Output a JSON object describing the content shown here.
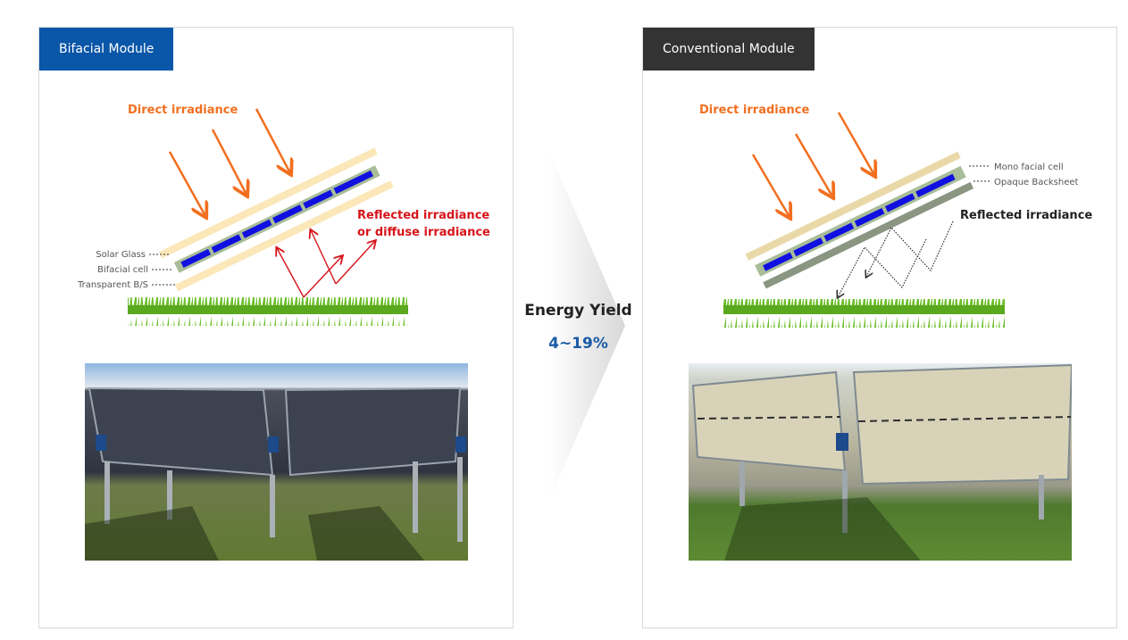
{
  "bifacial": {
    "tag": "Bifacial Module",
    "tag_color": "#0a56a8",
    "direct_label": "Direct irradiance",
    "reflected_label_1": "Reflected irradiance",
    "reflected_label_2": "or diffuse irradiance",
    "layers": [
      "Solar Glass",
      "Bifacial cell",
      "Transparent B/S"
    ]
  },
  "conventional": {
    "tag": "Conventional Module",
    "tag_color": "#333333",
    "direct_label": "Direct irradiance",
    "reflected_label": "Reflected irradiance",
    "layers": [
      "Mono facial cell",
      "Opaque Backsheet"
    ]
  },
  "comparison": {
    "title": "Energy Yield",
    "value": "4~19%",
    "value_color": "#1a5aa6"
  },
  "colors": {
    "direct": "#f26f1f",
    "reflected": "#d7141a",
    "cell": "#1010e0",
    "glass": "#fbe7b8"
  }
}
